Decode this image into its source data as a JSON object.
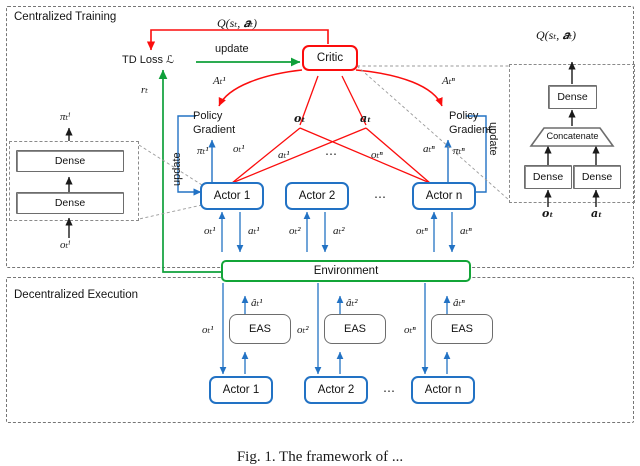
{
  "figure": {
    "caption": "Fig. 1.  The framework of ...",
    "sections": [
      {
        "key": "centralized",
        "label": "Centralized Training"
      },
      {
        "key": "decentralized",
        "label": "Decentralized Execution"
      }
    ]
  },
  "colors": {
    "critic_red": "#fb0d0d",
    "actor_blue": "#2272c4",
    "env_green": "#13a538",
    "reward_green": "#0fa03a",
    "gray_box": "#6d6d6d",
    "dashed_gray": "#767676"
  },
  "centralized": {
    "critic": {
      "label": "Critic"
    },
    "td_loss": {
      "label": "TD Loss ℒ"
    },
    "q_value": {
      "label": "Q(sₜ, 𝒂ₜ)"
    },
    "update_top": {
      "label": "update"
    },
    "reward": {
      "label": "rₜ"
    },
    "update_left": {
      "label": "update"
    },
    "update_right": {
      "label": "update"
    },
    "policy_gradient_left": {
      "line1": "Policy",
      "line2": "Gradient"
    },
    "policy_gradient_right": {
      "line1": "Policy",
      "line2": "Gradient"
    },
    "advantage_left": {
      "label": "Aₜ¹"
    },
    "advantage_right": {
      "label": "Aₜⁿ"
    },
    "joint_obs": {
      "label": "𝒐ₜ"
    },
    "joint_act": {
      "label": "𝒂ₜ"
    },
    "actors": [
      {
        "name": "Actor 1",
        "pi": "πₜ¹",
        "obs": "oₜ¹",
        "act": "aₜ¹"
      },
      {
        "name": "Actor 2",
        "pi": "",
        "obs": "oₜ²",
        "act": "aₜ²"
      },
      {
        "name": "Actor n",
        "pi": "πₜⁿ",
        "obs": "oₜⁿ",
        "act": "aₜⁿ"
      }
    ],
    "actor_ellipsis": "⋯",
    "critic_edge_labels": {
      "obs_1": "oₜ¹",
      "act_1": "aₜ¹",
      "obs_n": "oₜⁿ",
      "act_n": "aₜⁿ",
      "middle_ellipsis": "⋯"
    },
    "env_to_actor": [
      {
        "obs": "oₜ¹",
        "act": "aₜ¹"
      },
      {
        "obs": "oₜ²",
        "act": "aₜ²"
      },
      {
        "obs": "oₜⁿ",
        "act": "aₜⁿ"
      }
    ]
  },
  "actor_network": {
    "output": "πₜⁱ",
    "input": "oₜⁱ",
    "layers": [
      {
        "label": "Dense"
      },
      {
        "label": "Dense"
      }
    ]
  },
  "critic_network": {
    "output": "Q(sₜ, 𝒂ₜ)",
    "top_layer": {
      "label": "Dense"
    },
    "concat": {
      "label": "Concatenate"
    },
    "bottom_layers": [
      {
        "label": "Dense"
      },
      {
        "label": "Dense"
      }
    ],
    "inputs": [
      {
        "label": "𝒐ₜ"
      },
      {
        "label": "𝒂ₜ"
      }
    ]
  },
  "environment": {
    "label": "Environment"
  },
  "decentralized": {
    "columns": [
      {
        "actor": "Actor 1",
        "eas": "EAS",
        "obs": "oₜ¹",
        "act_hat": "âₜ¹"
      },
      {
        "actor": "Actor 2",
        "eas": "EAS",
        "obs": "oₜ²",
        "act_hat": "âₜ²"
      },
      {
        "actor": "Actor n",
        "eas": "EAS",
        "obs": "oₜⁿ",
        "act_hat": "âₜⁿ"
      }
    ],
    "ellipsis": "⋯"
  }
}
